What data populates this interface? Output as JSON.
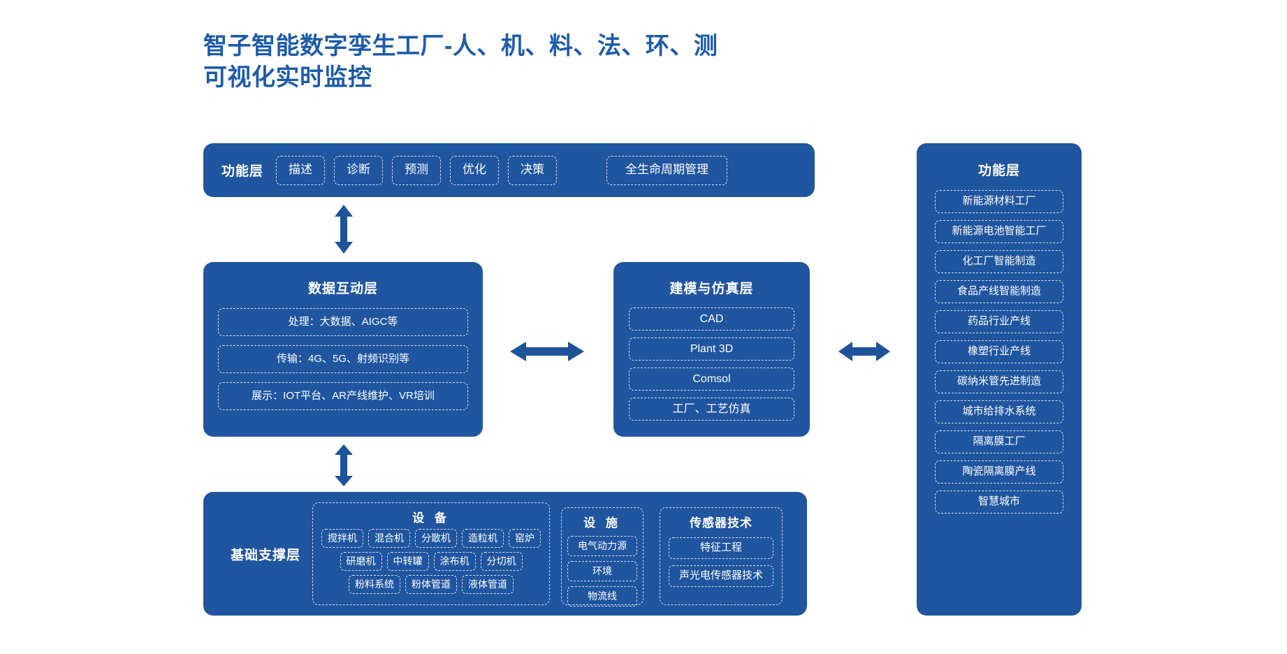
{
  "title": "智子智能数字孪生工厂-人、机、料、法、环、测\n可视化实时监控",
  "colors": {
    "panel": "#20559f",
    "title": "#1d5bab",
    "arrow": "#1d5399",
    "chip_border": "#ffffff"
  },
  "top_bar": {
    "label": "功能层",
    "items": [
      "描述",
      "诊断",
      "预测",
      "优化",
      "决策"
    ],
    "wide_item": "全生命周期管理"
  },
  "data_layer": {
    "title": "数据互动层",
    "items": [
      "处理：大数据、AIGC等",
      "传输：4G、5G、射频识别等",
      "展示：IOT平台、AR产线维护、VR培训"
    ]
  },
  "model_layer": {
    "title": "建模与仿真层",
    "items": [
      "CAD",
      "Plant 3D",
      "Comsol",
      "工厂、工艺仿真"
    ]
  },
  "base_layer": {
    "label": "基础支撑层",
    "equipment": {
      "title": "设 备",
      "rows": [
        [
          "搅拌机",
          "混合机",
          "分散机",
          "造粒机",
          "窑炉"
        ],
        [
          "研磨机",
          "中转罐",
          "涂布机",
          "分切机"
        ],
        [
          "粉料系统",
          "粉体管道",
          "液体管道"
        ]
      ]
    },
    "facility": {
      "title": "设 施",
      "items": [
        "电气动力源",
        "环境",
        "物流线"
      ]
    },
    "sensor": {
      "title": "传感器技术",
      "items": [
        "特征工程",
        "声光电传感器技术"
      ]
    }
  },
  "sidebar": {
    "title": "功能层",
    "items": [
      "新能源材料工厂",
      "新能源电池智能工厂",
      "化工厂智能制造",
      "食品产线智能制造",
      "药品行业产线",
      "橡塑行业产线",
      "碳纳米管先进制造",
      "城市给排水系统",
      "隔离膜工厂",
      "陶瓷隔离膜产线",
      "智慧城市"
    ]
  },
  "arrows": {
    "top_vertical": "double-arrow-vertical",
    "bottom_vertical": "double-arrow-vertical",
    "mid_horizontal": "double-arrow-horizontal",
    "right_horizontal": "double-arrow-horizontal"
  }
}
